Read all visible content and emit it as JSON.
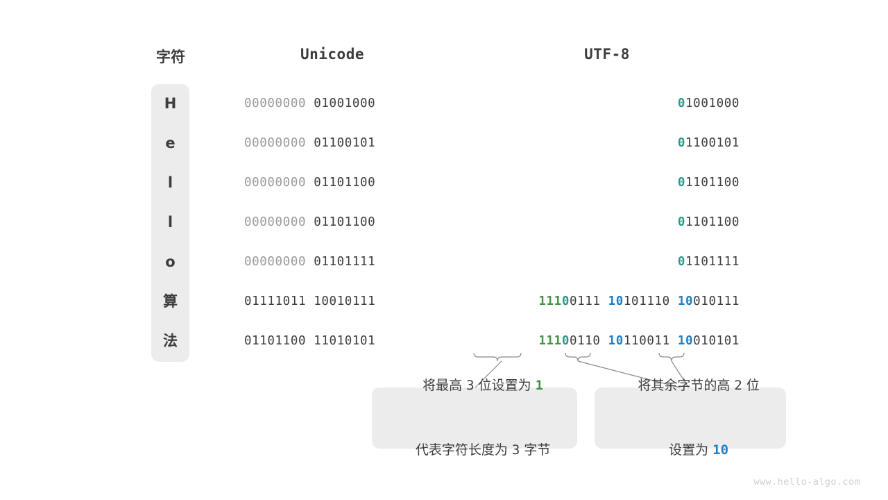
{
  "header": {
    "char_label": "字符",
    "unicode_label": "Unicode",
    "utf8_label": "UTF-8"
  },
  "colors": {
    "green": "#469147",
    "teal": "#2e9688",
    "blue": "#1c7fc4",
    "dim": "#9a9a9a",
    "dark": "#3d3d3d",
    "panel": "#ececec",
    "watermark": "#cfcfcf"
  },
  "rows": [
    {
      "char": "H",
      "unicode_high": "00000000",
      "unicode_low": "01001000",
      "utf8_bytes": [
        {
          "prefix": "0",
          "prefix_color": "teal",
          "rest": "1001000"
        }
      ]
    },
    {
      "char": "e",
      "unicode_high": "00000000",
      "unicode_low": "01100101",
      "utf8_bytes": [
        {
          "prefix": "0",
          "prefix_color": "teal",
          "rest": "1100101"
        }
      ]
    },
    {
      "char": "l",
      "unicode_high": "00000000",
      "unicode_low": "01101100",
      "utf8_bytes": [
        {
          "prefix": "0",
          "prefix_color": "teal",
          "rest": "1101100"
        }
      ]
    },
    {
      "char": "l",
      "unicode_high": "00000000",
      "unicode_low": "01101100",
      "utf8_bytes": [
        {
          "prefix": "0",
          "prefix_color": "teal",
          "rest": "1101100"
        }
      ]
    },
    {
      "char": "o",
      "unicode_high": "00000000",
      "unicode_low": "01101111",
      "utf8_bytes": [
        {
          "prefix": "0",
          "prefix_color": "teal",
          "rest": "1101111"
        }
      ]
    },
    {
      "char": "算",
      "unicode_high": "01111011",
      "unicode_low": "10010111",
      "utf8_bytes": [
        {
          "prefix": "111",
          "prefix_color": "green",
          "prefix2": "0",
          "prefix2_color": "teal",
          "rest": "0111"
        },
        {
          "prefix": "10",
          "prefix_color": "blue",
          "rest": "101110"
        },
        {
          "prefix": "10",
          "prefix_color": "blue",
          "rest": "010111"
        }
      ]
    },
    {
      "char": "法",
      "unicode_high": "01101100",
      "unicode_low": "11010101",
      "utf8_bytes": [
        {
          "prefix": "111",
          "prefix_color": "green",
          "prefix2": "0",
          "prefix2_color": "teal",
          "rest": "0110"
        },
        {
          "prefix": "10",
          "prefix_color": "blue",
          "rest": "110011"
        },
        {
          "prefix": "10",
          "prefix_color": "blue",
          "rest": "010101"
        }
      ]
    }
  ],
  "notes": [
    {
      "line1_a": "将最高 ",
      "line1_n": "3",
      "line1_b": " 位设置为 ",
      "line1_hl": "1",
      "line1_hl_color": "green",
      "line2_a": "代表字符长度为 ",
      "line2_n": "3",
      "line2_b": " 字节"
    },
    {
      "line1_a": "将其余字节的高 ",
      "line1_n": "2",
      "line1_b": " 位",
      "line2_a": "设置为 ",
      "line2_hl": "10",
      "line2_hl_color": "blue"
    }
  ],
  "watermark": "www.hello-algo.com"
}
